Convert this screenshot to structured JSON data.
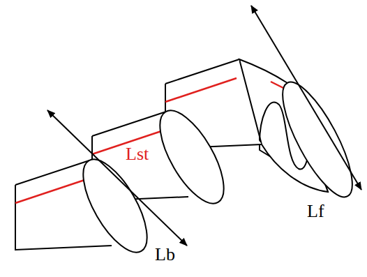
{
  "diagram": {
    "labels": [
      "Lst",
      "Lb",
      "Lf"
    ]
  }
}
